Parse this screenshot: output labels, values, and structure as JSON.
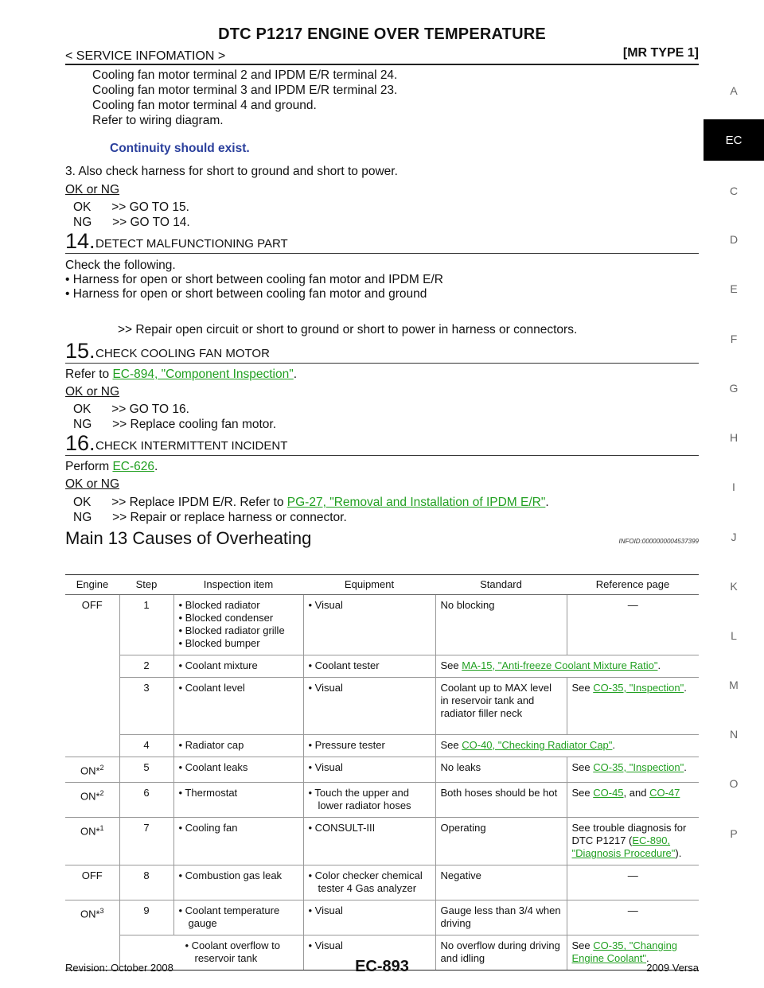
{
  "header": {
    "title": "DTC P1217 ENGINE OVER TEMPERATURE",
    "left": "< SERVICE INFOMATION >",
    "right": "[MR TYPE 1]"
  },
  "side_index": {
    "letters": [
      "A",
      "EC",
      "C",
      "D",
      "E",
      "F",
      "G",
      "H",
      "I",
      "J",
      "K",
      "L",
      "M",
      "N",
      "O",
      "P"
    ],
    "active": "EC"
  },
  "intro": {
    "lines": [
      "Cooling fan motor terminal 2 and IPDM E/R terminal 24.",
      "Cooling fan motor terminal 3 and IPDM E/R terminal 23.",
      "Cooling fan motor terminal 4 and ground.",
      "Refer to wiring diagram."
    ],
    "continuity": "Continuity should exist.",
    "step3": "3.   Also check harness for short to ground and short to power.",
    "okng": "OK or NG",
    "ok": "OK      >> GO TO 15.",
    "ng": "NG      >> GO TO 14."
  },
  "step14": {
    "num": "14.",
    "title": "DETECT MALFUNCTIONING PART",
    "check": "Check the following.",
    "bullets": [
      "•  Harness for open or short between cooling fan motor and IPDM E/R",
      "•  Harness for open or short between cooling fan motor and ground"
    ],
    "result": ">> Repair open circuit or short to ground or short to power in harness or connectors."
  },
  "step15": {
    "num": "15.",
    "title": "CHECK COOLING FAN MOTOR",
    "refer_prefix": "Refer to ",
    "refer_link": "EC-894, \"Component Inspection\"",
    "refer_suffix": ".",
    "okng": "OK or NG",
    "ok": "OK      >> GO TO 16.",
    "ng": "NG      >> Replace cooling fan motor."
  },
  "step16": {
    "num": "16.",
    "title": "CHECK INTERMITTENT INCIDENT",
    "perform_prefix": "Perform ",
    "perform_link": "EC-626",
    "perform_suffix": ".",
    "okng": "OK or NG",
    "ok_prefix": "OK      >> Replace IPDM E/R. Refer to ",
    "ok_link": "PG-27, \"Removal and Installation of IPDM E/R\"",
    "ok_suffix": ".",
    "ng": "NG      >> Repair or replace harness or connector."
  },
  "section": {
    "title": "Main 13 Causes of Overheating",
    "infoid": "INFOID:0000000004537399"
  },
  "table": {
    "headers": [
      "Engine",
      "Step",
      "Inspection item",
      "Equipment",
      "Standard",
      "Reference page"
    ],
    "r1": {
      "engine": "OFF",
      "step": "1",
      "items": [
        "•  Blocked radiator",
        "•  Blocked condenser",
        "•  Blocked radiator grille",
        "•  Blocked bumper"
      ],
      "equip": "•  Visual",
      "std": "No blocking",
      "ref": "—"
    },
    "r2": {
      "step": "2",
      "item": "•  Coolant mixture",
      "equip": "•  Coolant tester",
      "ref_prefix": "See ",
      "ref_link": "MA-15, \"Anti-freeze Coolant Mixture Ratio\"",
      "ref_suffix": "."
    },
    "r3": {
      "step": "3",
      "item": "•  Coolant level",
      "equip": "•  Visual",
      "std": "Coolant up to MAX level in reservoir tank and radiator filler neck",
      "ref_prefix": "See ",
      "ref_link": "CO-35, \"Inspection\"",
      "ref_suffix": "."
    },
    "r4": {
      "step": "4",
      "item": "•  Radiator cap",
      "equip": "•  Pressure tester",
      "ref_prefix": "See ",
      "ref_link": "CO-40, \"Checking Radiator Cap\"",
      "ref_suffix": "."
    },
    "r5": {
      "engine": "ON*",
      "sup": "2",
      "step": "5",
      "item": "•  Coolant leaks",
      "equip": "•  Visual",
      "std": "No leaks",
      "ref_prefix": "See ",
      "ref_link": "CO-35, \"Inspection\"",
      "ref_suffix": "."
    },
    "r6": {
      "engine": "ON*",
      "sup": "2",
      "step": "6",
      "item": "•  Thermostat",
      "equip": "•  Touch the upper and lower radiator hoses",
      "std": "Both hoses should be hot",
      "ref_prefix": "See ",
      "ref_link1": "CO-45",
      "ref_mid": ", and ",
      "ref_link2": "CO-47"
    },
    "r7": {
      "engine": "ON*",
      "sup": "1",
      "step": "7",
      "item": "•  Cooling fan",
      "equip": "•  CONSULT-III",
      "std": "Operating",
      "ref_prefix": "See trouble diagnosis for DTC P1217 (",
      "ref_link": "EC-890, \"Diagnosis Procedure\"",
      "ref_suffix": ")."
    },
    "r8": {
      "engine": "OFF",
      "step": "8",
      "item": "•  Combustion gas leak",
      "equip": "•  Color checker chemical tester 4 Gas analyzer",
      "std": "Negative",
      "ref": "—"
    },
    "r9": {
      "engine": "ON*",
      "sup": "3",
      "step": "9",
      "item": "•  Coolant temperature gauge",
      "equip": "•  Visual",
      "std": "Gauge less than 3/4 when driving",
      "ref": "—"
    },
    "r10": {
      "item": "•  Coolant overflow to reservoir tank",
      "equip": "•  Visual",
      "std": "No overflow during driving and idling",
      "ref_prefix": "See ",
      "ref_link": "CO-35, \"Changing Engine Coolant\"",
      "ref_suffix": "."
    }
  },
  "footer": {
    "left": "Revision: October 2008",
    "page": "EC-893",
    "right": "2009 Versa"
  }
}
